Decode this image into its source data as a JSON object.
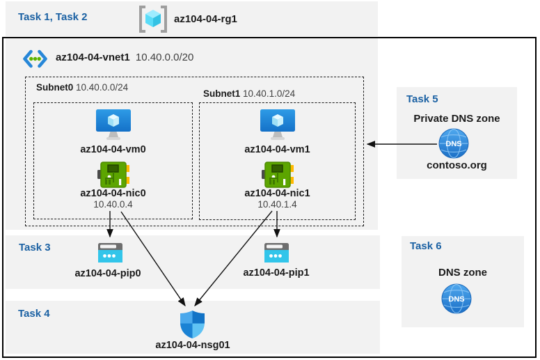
{
  "colors": {
    "panel_bg": "#F2F2F2",
    "task_blue": "#1B61A3",
    "text_dark": "#1A1A1A",
    "text_secondary": "#3F3F3F",
    "arrow": "#111111"
  },
  "header": {
    "tasks_label": "Task 1, Task 2",
    "resource_group_name": "az104-04-rg1"
  },
  "vnet": {
    "name": "az104-04-vnet1",
    "cidr": "10.40.0.0/20",
    "subnets": [
      {
        "name": "Subnet0",
        "cidr": "10.40.0.0/24",
        "vm_name": "az104-04-vm0",
        "nic_name": "az104-04-nic0",
        "nic_ip": "10.40.0.4"
      },
      {
        "name": "Subnet1",
        "cidr": "10.40.1.0/24",
        "vm_name": "az104-04-vm1",
        "nic_name": "az104-04-nic1",
        "nic_ip": "10.40.1.4"
      }
    ]
  },
  "task3": {
    "label": "Task 3",
    "pip0_name": "az104-04-pip0",
    "pip1_name": "az104-04-pip1"
  },
  "task4": {
    "label": "Task 4",
    "nsg_name": "az104-04-nsg01"
  },
  "task5": {
    "label": "Task 5",
    "title": "Private DNS zone",
    "zone_name": "contoso.org"
  },
  "task6": {
    "label": "Task 6",
    "title": "DNS zone"
  },
  "icons": {
    "dns_text": "DNS"
  }
}
